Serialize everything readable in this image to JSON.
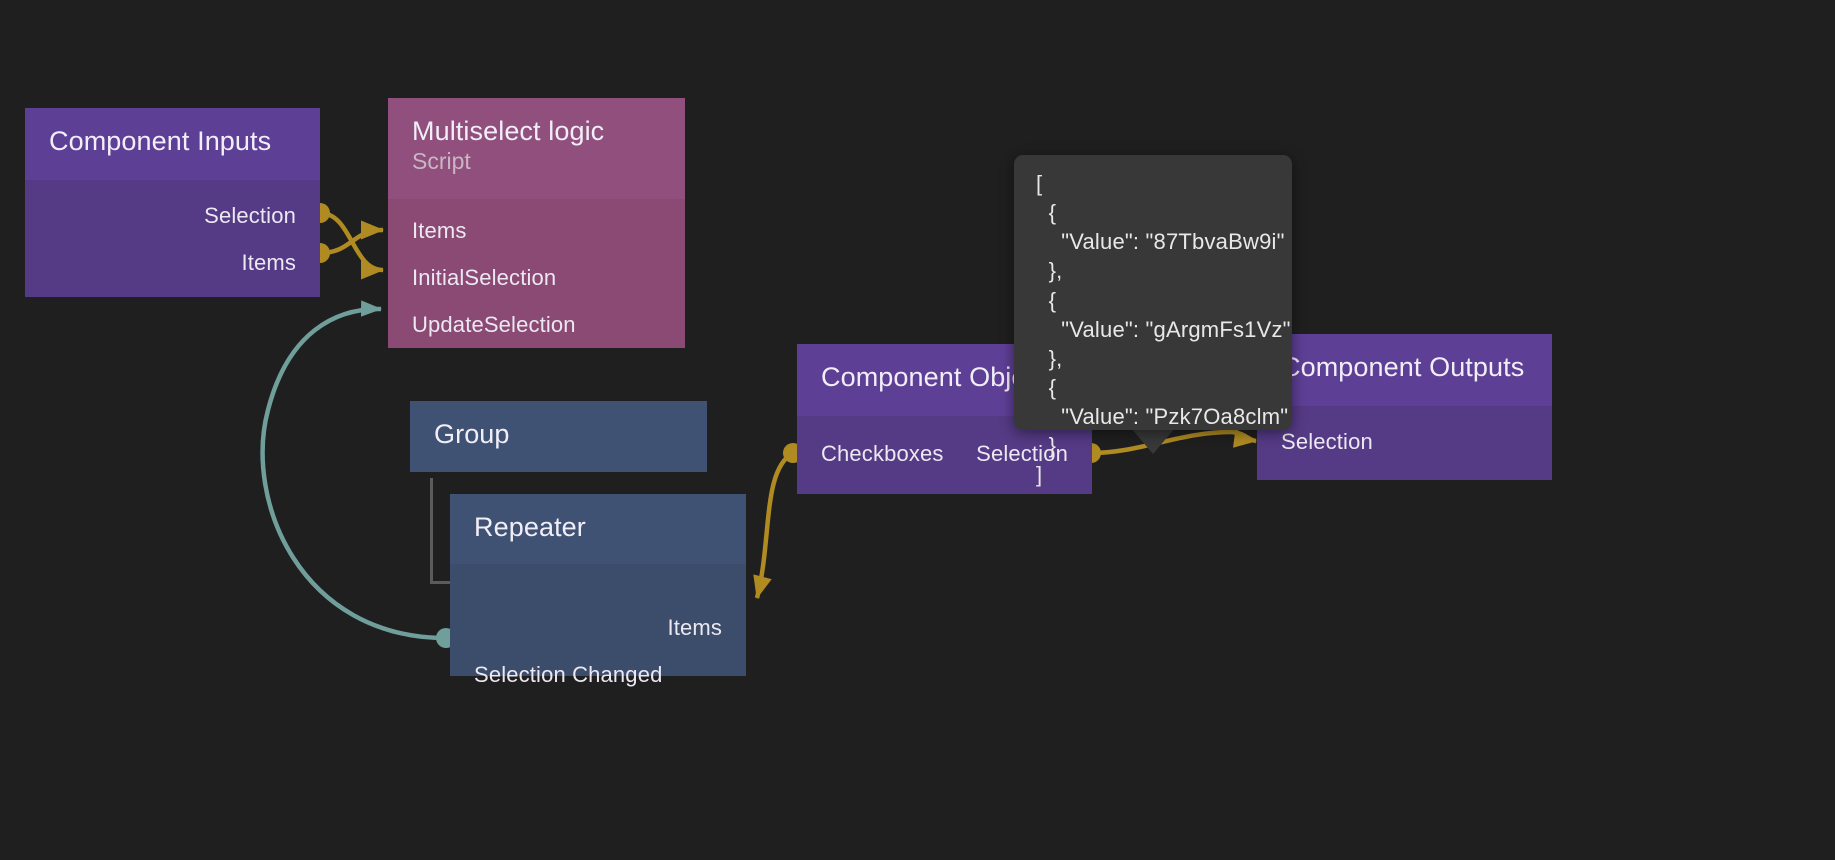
{
  "canvas": {
    "background": "#1f1f1f",
    "wire_data_color": "#b08b22",
    "wire_event_color": "#6f9e9b"
  },
  "nodes": [
    {
      "id": "component-inputs",
      "title": "Component Inputs",
      "subtitle": "",
      "kind": "purple",
      "outputs": [
        "Selection",
        "Items"
      ],
      "inputs": []
    },
    {
      "id": "multiselect-logic",
      "title": "Multiselect logic",
      "subtitle": "Script",
      "kind": "magenta",
      "inputs": [
        "Items",
        "InitialSelection",
        "UpdateSelection"
      ],
      "outputs": []
    },
    {
      "id": "group",
      "title": "Group",
      "subtitle": "",
      "kind": "blue",
      "inputs": [],
      "outputs": []
    },
    {
      "id": "repeater",
      "title": "Repeater",
      "subtitle": "",
      "kind": "blue",
      "outputs": [
        "Items"
      ],
      "inputs": [
        "Selection Changed"
      ]
    },
    {
      "id": "component-object",
      "title": "Component Object",
      "subtitle": "",
      "kind": "purple",
      "inputs": [
        "Checkboxes"
      ],
      "outputs": [
        "Selection"
      ]
    },
    {
      "id": "component-outputs",
      "title": "Component Outputs",
      "subtitle": "",
      "kind": "purple",
      "inputs": [
        "Selection"
      ],
      "outputs": []
    }
  ],
  "tooltip": {
    "name": "selection-value-tooltip",
    "text": "[\n  {\n    \"Value\": \"87TbvaBw9i\"\n  },\n  {\n    \"Value\": \"gArgmFs1Vz\"\n  },\n  {\n    \"Value\": \"Pzk7Oa8clm\"\n  }\n]",
    "values": [
      "87TbvaBw9i",
      "gArgmFs1Vz",
      "Pzk7Oa8clm"
    ],
    "key": "Value"
  },
  "connections": [
    {
      "from": "component-inputs.Selection",
      "to": "multiselect-logic.InitialSelection",
      "type": "data"
    },
    {
      "from": "component-inputs.Items",
      "to": "multiselect-logic.Items",
      "type": "data"
    },
    {
      "from": "repeater.Selection Changed",
      "to": "multiselect-logic.UpdateSelection",
      "type": "event"
    },
    {
      "from": "repeater.Items",
      "to": "component-object.Checkboxes",
      "type": "data"
    },
    {
      "from": "component-object.Selection",
      "to": "component-outputs.Selection",
      "type": "data"
    }
  ]
}
